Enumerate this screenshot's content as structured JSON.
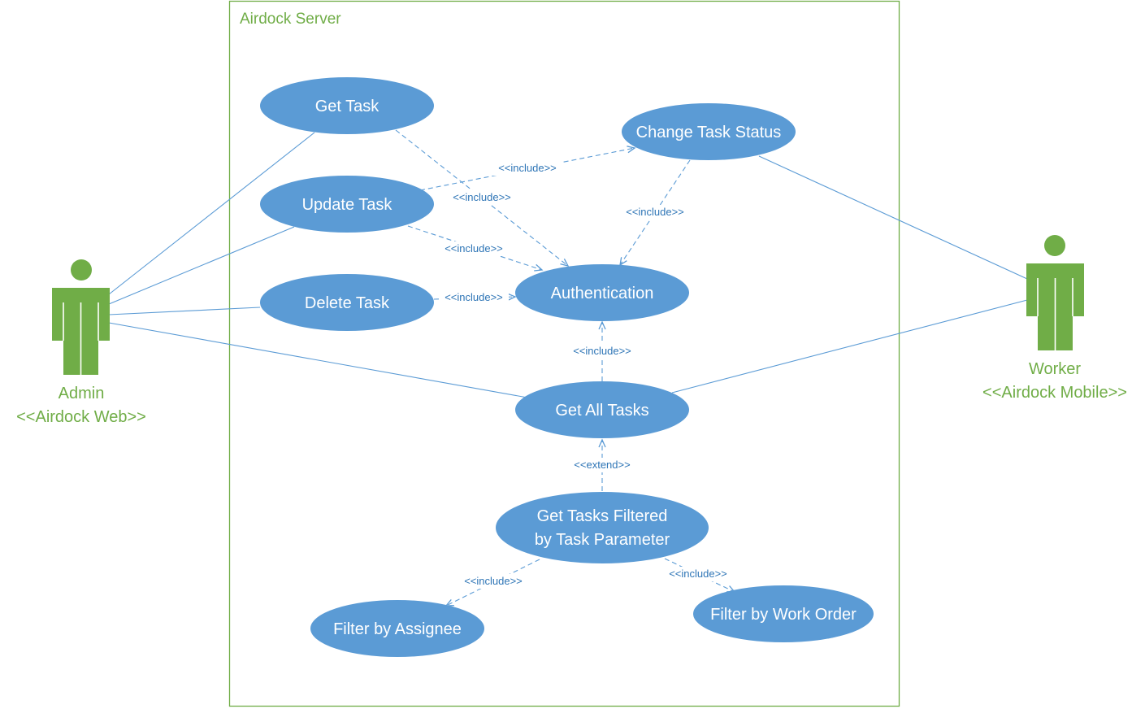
{
  "colors": {
    "usecase_fill": "#5B9BD5",
    "usecase_text": "#FFFFFF",
    "connector": "#5B9BD5",
    "stereotype_text": "#2E75B6",
    "actor": "#70AD47",
    "system_border": "#70AD47",
    "background": "#FFFFFF"
  },
  "system": {
    "title": "Airdock Server"
  },
  "actors": {
    "admin": {
      "name": "Admin",
      "stereotype": "<<Airdock Web>>",
      "icon": "stick-figure-icon"
    },
    "worker": {
      "name": "Worker",
      "stereotype": "<<Airdock Mobile>>",
      "icon": "stick-figure-icon"
    }
  },
  "use_cases": {
    "get_task": "Get Task",
    "update_task": "Update Task",
    "delete_task": "Delete Task",
    "change_task_status": "Change Task Status",
    "authentication": "Authentication",
    "get_all_tasks": "Get All Tasks",
    "get_tasks_filtered": [
      "Get Tasks Filtered",
      "by Task Parameter"
    ],
    "filter_by_assignee": "Filter by Assignee",
    "filter_by_work_order": "Filter by Work Order"
  },
  "relationships": {
    "update_to_change_status": "<<include>>",
    "get_task_to_auth": "<<include>>",
    "change_status_to_auth": "<<include>>",
    "update_task_to_auth": "<<include>>",
    "delete_task_to_auth": "<<include>>",
    "get_all_to_auth": "<<include>>",
    "filtered_to_get_all": "<<extend>>",
    "filtered_to_assignee": "<<include>>",
    "filtered_to_work_order": "<<include>>"
  }
}
